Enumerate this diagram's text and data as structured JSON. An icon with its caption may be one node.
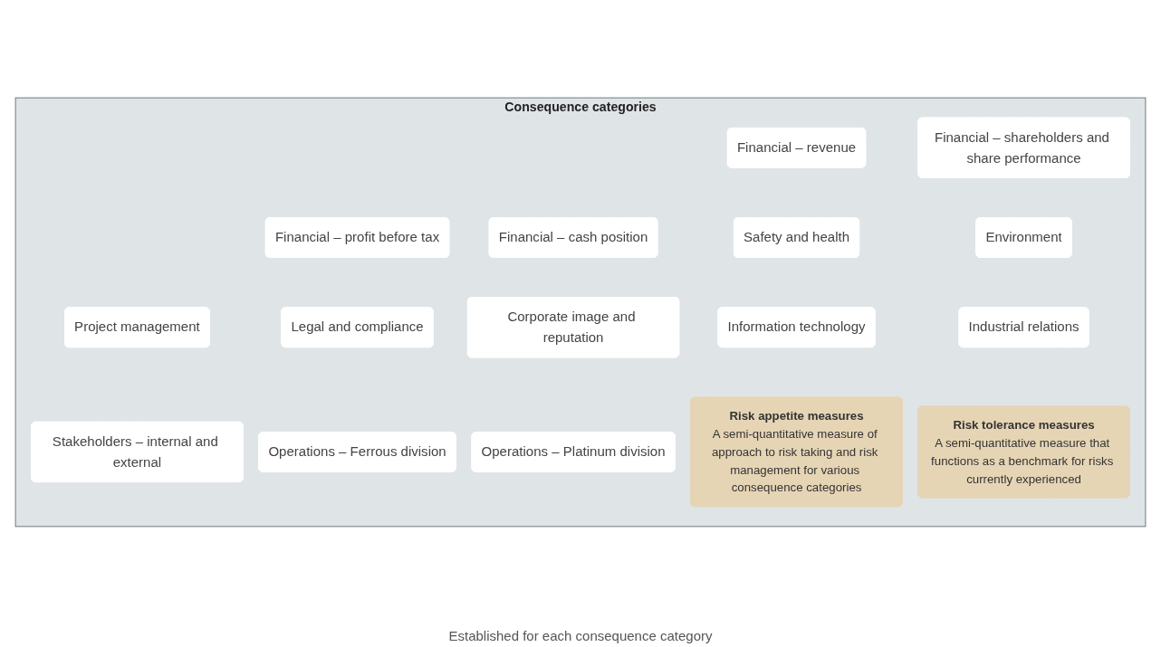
{
  "diagram": {
    "nodes": [
      {
        "text": [
          "Consequence categories"
        ]
      },
      {
        "text": [
          "Financial – revenue"
        ],
        "in": 0
      },
      {
        "text": [
          "Financial – shareholders and share performance"
        ],
        "in": 0
      },
      {
        "text": [
          "Financial – profit before tax"
        ],
        "in": 0
      },
      {
        "text": [
          "Financial – cash position"
        ],
        "in": 0
      },
      {
        "text": [
          "Project management"
        ],
        "in": 0
      },
      {
        "text": [
          "Safety and health"
        ],
        "in": 0
      },
      {
        "text": [
          "Environment"
        ],
        "in": 0
      },
      {
        "text": [
          "Legal and compliance"
        ],
        "in": 0
      },
      {
        "text": [
          "Corporate image and reputation"
        ],
        "in": 0
      },
      {
        "text": [
          "Stakeholders – internal and external"
        ],
        "in": 0
      },
      {
        "text": [
          "Information technology"
        ],
        "in": 0
      },
      {
        "text": [
          "Industrial relations"
        ],
        "in": 0
      },
      {
        "text": [
          "Operations – Ferrous division"
        ],
        "in": 0
      },
      {
        "text": [
          "Operations – Platinum division"
        ],
        "in": 0
      },
      {
        "text": [
          "Risk appetite measures",
          "A semi-quantitative measure of approach to risk taking and risk management for various consequence categories"
        ],
        "in": 0
      },
      {
        "text": [
          "Risk tolerance measures",
          "A semi-quantitative measure that functions as a benchmark for risks currently experienced"
        ],
        "in": 0
      }
    ],
    "labels": [
      "Established for each consequence category"
    ]
  }
}
